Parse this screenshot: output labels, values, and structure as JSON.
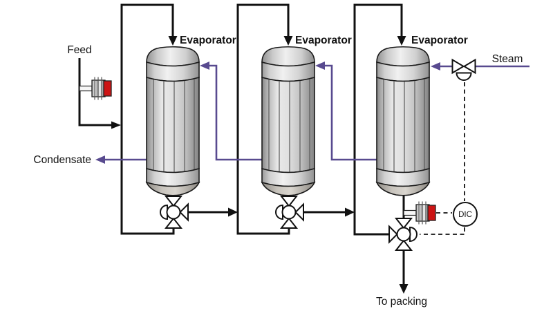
{
  "diagram": {
    "type": "process-flow-diagram",
    "subject": "triple-effect evaporator train with density control"
  },
  "streams": {
    "feed_label": "Feed",
    "steam_label": "Steam",
    "condensate_label": "Condensate",
    "product_label": "To packing"
  },
  "evaporators": [
    {
      "label": "Evaporator"
    },
    {
      "label": "Evaporator"
    },
    {
      "label": "Evaporator"
    }
  ],
  "instruments": {
    "controller_tag": "DIC"
  },
  "icons": {
    "control-valve-icon": "bowtie triangles with diaphragm actuator dome",
    "rotary-valve-icon": "circle with three triangles and half-disc actuator",
    "density-sensor-icon": "ribbed probe body with red end cap",
    "arrow-icon": "filled triangle flow arrowhead"
  },
  "colors": {
    "line_black": "#111111",
    "vapor_purple": "#584a8f",
    "sensor_red": "#cc1414",
    "vessel_outline": "#1a1a1a",
    "background": "#ffffff"
  }
}
